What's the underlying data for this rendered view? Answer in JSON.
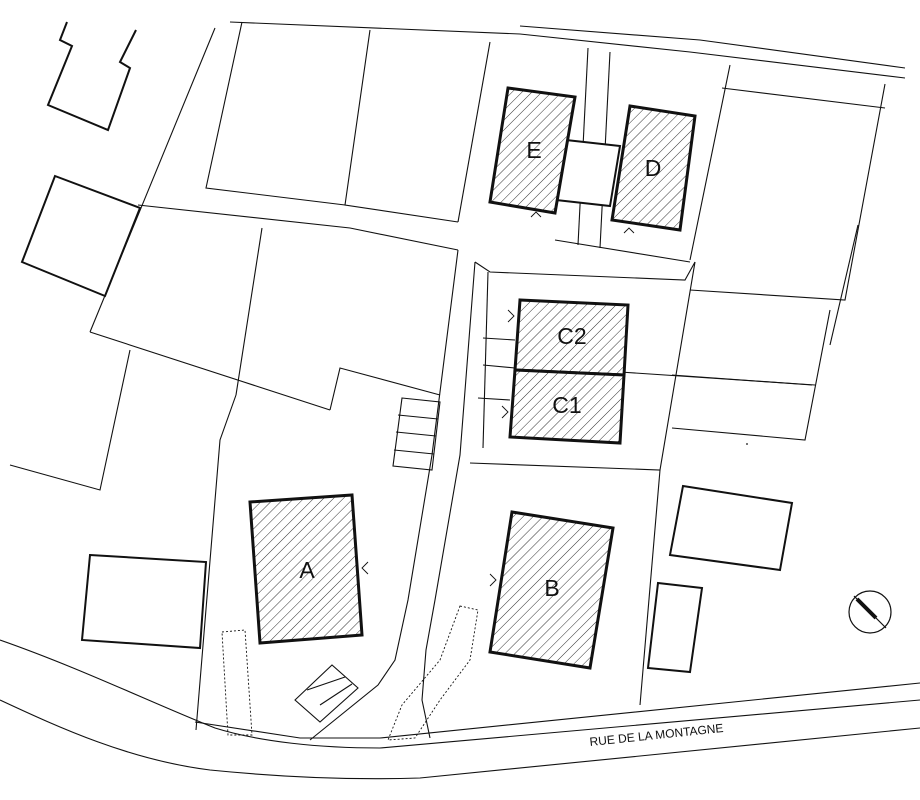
{
  "buildings": [
    {
      "id": "A",
      "label": "A"
    },
    {
      "id": "B",
      "label": "B"
    },
    {
      "id": "C1",
      "label": "C1"
    },
    {
      "id": "C2",
      "label": "C2"
    },
    {
      "id": "D",
      "label": "D"
    },
    {
      "id": "E",
      "label": "E"
    }
  ],
  "street": {
    "name": "RUE DE LA MONTAGNE"
  },
  "icons": {
    "compass": "compass-icon"
  },
  "colors": {
    "line": "#111111",
    "background": "#ffffff"
  }
}
